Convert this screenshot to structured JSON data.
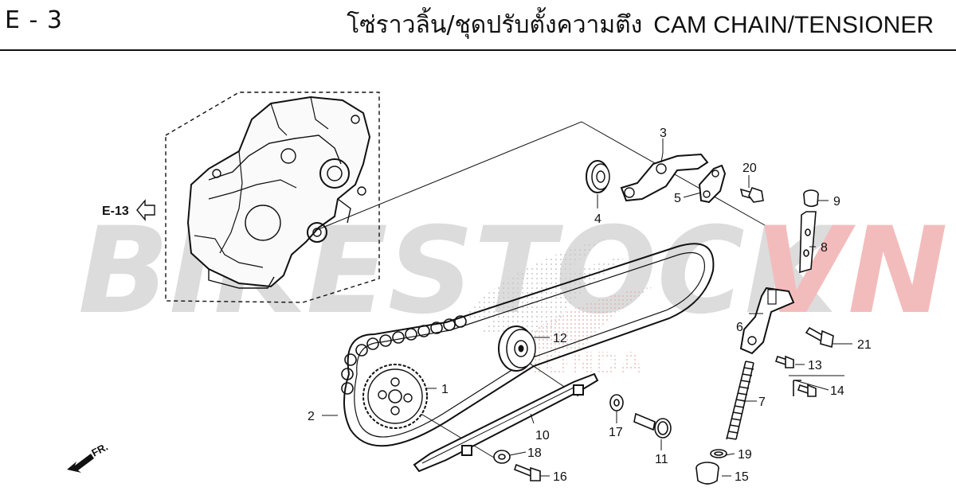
{
  "header": {
    "section_code": "E - 3",
    "title_thai": "โซ่ราวลิ้น/ชุดปรับตั้งความตึง",
    "title_en": "CAM CHAIN/TENSIONER"
  },
  "watermark": {
    "text_main": "BIKESTOCK",
    "text_accent": "VN",
    "main_color": "#d8d8d8",
    "accent_color": "#f1b7b7"
  },
  "reference": {
    "label": "E-13",
    "arrow_icon": "hollow-left-arrow-icon"
  },
  "direction": {
    "label": "FR."
  },
  "callouts": [
    "1",
    "2",
    "3",
    "4",
    "5",
    "6",
    "7",
    "8",
    "9",
    "10",
    "11",
    "12",
    "13",
    "14",
    "15",
    "16",
    "17",
    "18",
    "19",
    "20",
    "21"
  ]
}
